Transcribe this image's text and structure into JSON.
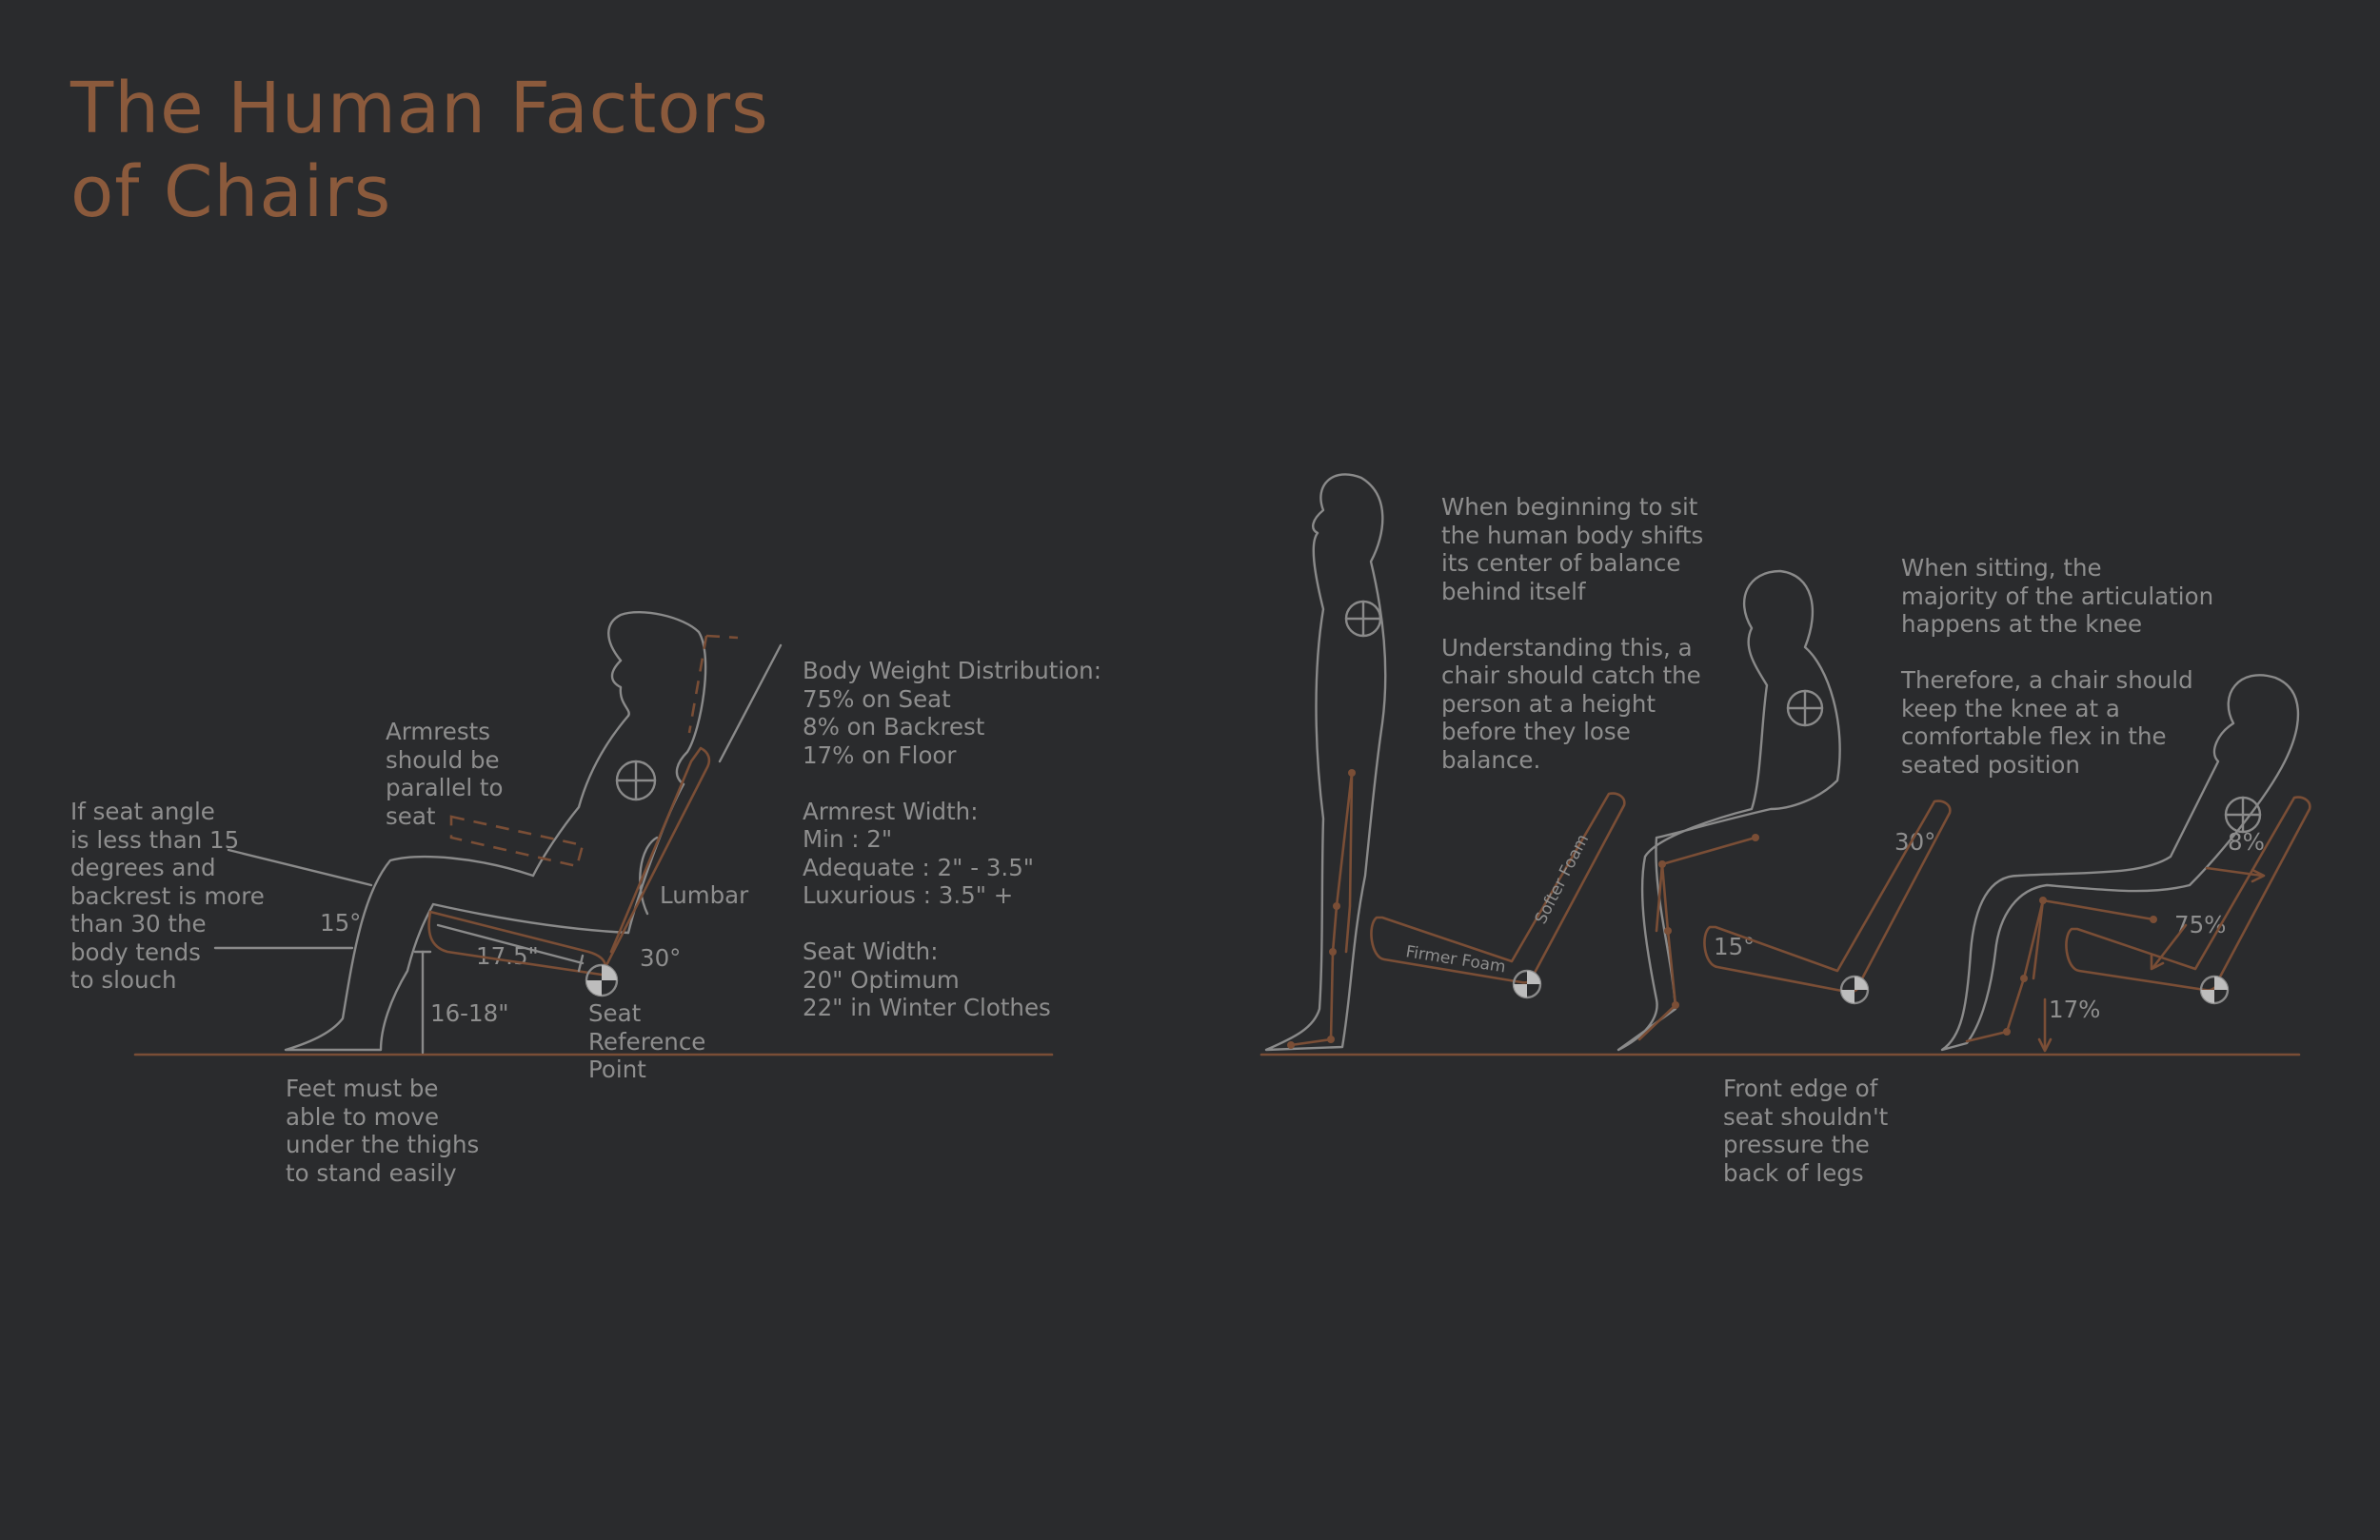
{
  "title": {
    "line1": "The Human Factors",
    "line2": "of Chairs"
  },
  "left": {
    "slouch_note": [
      "If seat angle",
      "is less than 15",
      "degrees and",
      "backrest is more",
      "than 30 the",
      "body tends",
      "to slouch"
    ],
    "armrest_note": [
      "Armrests",
      "should be",
      "parallel to",
      "seat"
    ],
    "lumbar": "Lumbar",
    "seat_angle": "15°",
    "back_angle": "30°",
    "seat_depth": "17.5\"",
    "seat_height": "16-18\"",
    "srp_label": [
      "Seat",
      "Reference",
      "Point"
    ],
    "feet_note": [
      "Feet must be",
      "able to move",
      "under the thighs",
      "to stand easily"
    ],
    "specs": {
      "weight": [
        "Body Weight Distribution:",
        "75% on Seat",
        "8% on Backrest",
        "17% on Floor"
      ],
      "armrest": [
        "Armrest Width:",
        "Min : 2\"",
        "Adequate : 2\" - 3.5\"",
        "Luxurious : 3.5\" +"
      ],
      "seat": [
        "Seat Width:",
        "20\" Optimum",
        "22\" in Winter Clothes"
      ]
    }
  },
  "right": {
    "balance_note": [
      "When beginning to sit",
      "the human body shifts",
      "its center of balance",
      "behind itself"
    ],
    "catch_note": [
      "Understanding this, a",
      "chair should catch the",
      "person at a height",
      "before they lose",
      "balance."
    ],
    "knee_note": [
      "When sitting, the",
      "majority of the articulation",
      "happens at the knee"
    ],
    "flex_note": [
      "Therefore, a chair should",
      "keep the knee at a",
      "comfortable flex in the",
      "seated position"
    ],
    "front_edge_note": [
      "Front edge of",
      "seat shouldn't",
      "pressure the",
      "back of legs"
    ],
    "firmer_foam": "Firmer Foam",
    "softer_foam": "Softer Foam",
    "seat_angle": "15°",
    "back_angle": "30°",
    "pct_back": "8%",
    "pct_seat": "75%",
    "pct_floor": "17%"
  },
  "colors": {
    "background": "#2a2b2d",
    "accent": "#8b5a3c",
    "text": "#8e8e8e"
  }
}
